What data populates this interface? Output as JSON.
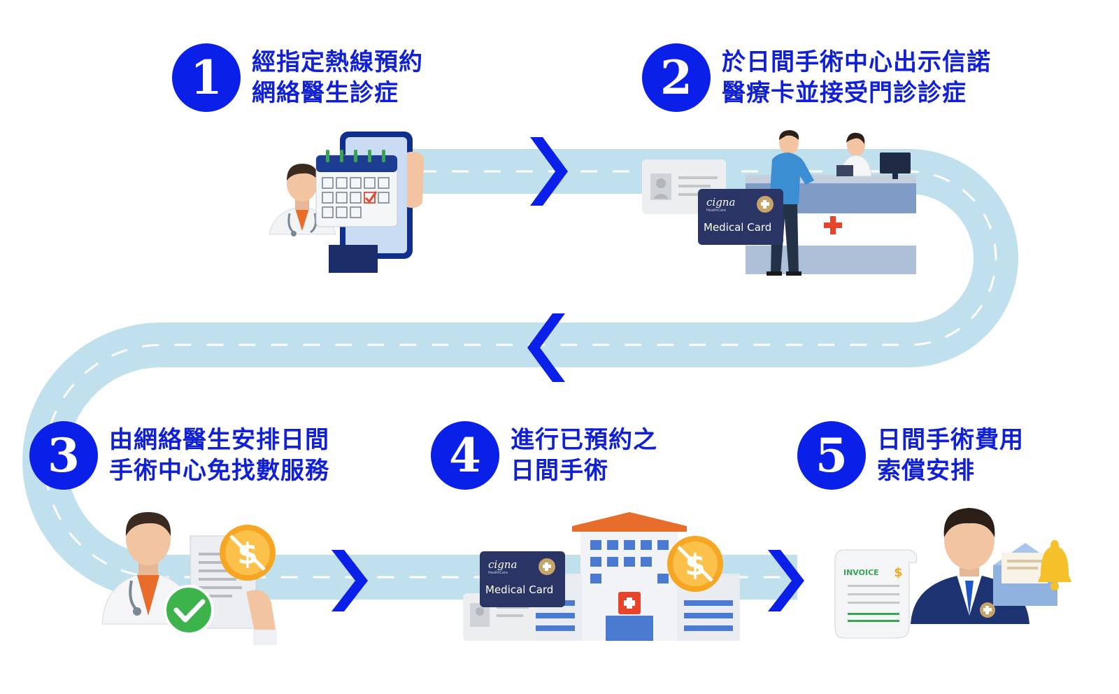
{
  "colors": {
    "accent_blue": "#0a1fe8",
    "road": "#bfe0ec",
    "road_dash": "#ffffff",
    "card_navy": "#2a3566",
    "coin_orange": "#f6a623",
    "check_green": "#3cb44b",
    "cross_red": "#e8442b"
  },
  "steps": [
    {
      "number": "1",
      "line1": "經指定熱線預約",
      "line2": "網絡醫生診症"
    },
    {
      "number": "2",
      "line1": "於日間手術中心出示信諾",
      "line2": "醫療卡並接受門診診症"
    },
    {
      "number": "3",
      "line1": "由網絡醫生安排日間",
      "line2": "手術中心免找數服務"
    },
    {
      "number": "4",
      "line1": "進行已預約之",
      "line2": "日間手術"
    },
    {
      "number": "5",
      "line1": "日間手術費用",
      "line2": "索償安排"
    }
  ],
  "cards": {
    "brand": "cigna",
    "brand_sub": "HealthCare",
    "label": "Medical Card"
  },
  "invoice": {
    "label": "INVOICE",
    "currency": "$"
  },
  "icons": [
    "arrow-right-icon",
    "arrow-left-icon",
    "dollar-coin-icon",
    "check-icon",
    "calendar-icon",
    "bell-icon",
    "envelope-icon"
  ]
}
